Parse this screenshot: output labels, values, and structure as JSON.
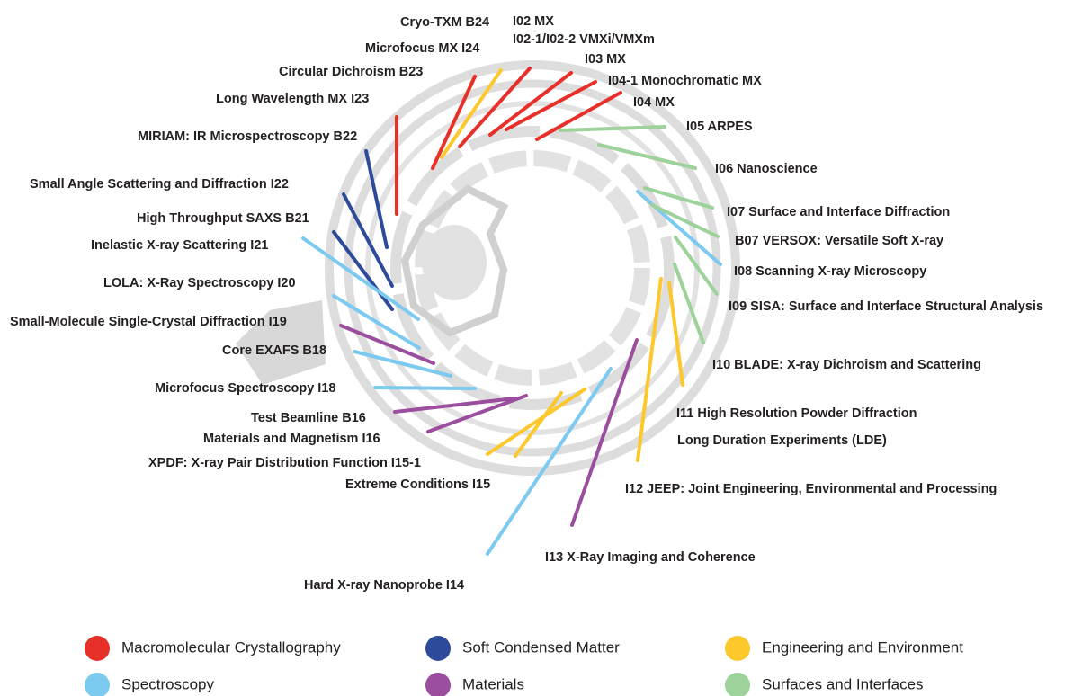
{
  "categories": {
    "mx": {
      "label": "Macromolecular Crystallography",
      "color": "#e8302a"
    },
    "scm": {
      "label": "Soft Condensed Matter",
      "color": "#2e4a9a"
    },
    "eng": {
      "label": "Engineering and Environment",
      "color": "#fcc82b"
    },
    "spec": {
      "label": "Spectroscopy",
      "color": "#7ccaf0"
    },
    "mat": {
      "label": "Materials",
      "color": "#9b4d9e"
    },
    "surf": {
      "label": "Surfaces and Interfaces",
      "color": "#9dd29b"
    }
  },
  "legend": [
    "mx",
    "scm",
    "eng",
    "spec",
    "mat",
    "surf"
  ],
  "beamlines": [
    {
      "name": "Cryo-TXM B24",
      "cat": "mx"
    },
    {
      "name": "Microfocus MX I24",
      "cat": "eng"
    },
    {
      "name": "Circular Dichroism B23",
      "cat": "mx"
    },
    {
      "name": "Long Wavelength MX I23",
      "cat": "mx"
    },
    {
      "name": "MIRIAM: IR Microspectroscopy B22",
      "cat": "scm"
    },
    {
      "name": "Small Angle Scattering and  Diffraction I22",
      "cat": "scm"
    },
    {
      "name": "High Throughput SAXS B21",
      "cat": "scm"
    },
    {
      "name": "Inelastic X-ray Scattering I21",
      "cat": "spec"
    },
    {
      "name": "LOLA: X-Ray Spectroscopy I20",
      "cat": "spec"
    },
    {
      "name": "Small-Molecule Single-Crystal Diffraction I19",
      "cat": "mat"
    },
    {
      "name": "Core EXAFS B18",
      "cat": "spec"
    },
    {
      "name": "Microfocus Spectroscopy I18",
      "cat": "spec"
    },
    {
      "name": "Test Beamline B16",
      "cat": "mat"
    },
    {
      "name": "Materials and Magnetism I16",
      "cat": "mat"
    },
    {
      "name": "XPDF: X-ray Pair Distribution Function I15-1",
      "cat": "eng"
    },
    {
      "name": "Extreme Conditions I15",
      "cat": "eng"
    },
    {
      "name": "Hard X-ray Nanoprobe I14",
      "cat": "spec"
    },
    {
      "name": "I13 X-Ray Imaging and Coherence",
      "cat": "mat"
    },
    {
      "name": "I12 JEEP: Joint Engineering, Environmental and Processing",
      "cat": "eng"
    },
    {
      "name": "I11 High Resolution Powder Diffraction",
      "cat": "eng"
    },
    {
      "name": "Long Duration Experiments (LDE)",
      "cat": "eng"
    },
    {
      "name": "I10 BLADE: X-ray Dichroism and Scattering",
      "cat": "surf"
    },
    {
      "name": "I09 SISA: Surface and Interface Structural Analysis",
      "cat": "surf"
    },
    {
      "name": "I08 Scanning X-ray Microscopy",
      "cat": "spec"
    },
    {
      "name": "B07 VERSOX: Versatile Soft X-ray",
      "cat": "surf"
    },
    {
      "name": "I07 Surface and Interface Diffraction",
      "cat": "surf"
    },
    {
      "name": "I06 Nanoscience",
      "cat": "surf"
    },
    {
      "name": "I05 ARPES",
      "cat": "surf"
    },
    {
      "name": "I04 MX",
      "cat": "mx"
    },
    {
      "name": "I04-1 Monochromatic MX",
      "cat": "mx"
    },
    {
      "name": "I03 MX",
      "cat": "mx"
    },
    {
      "name": "I02-1/I02-2 VMXi/VMXm",
      "cat": "mx"
    },
    {
      "name": "I02 MX",
      "cat": "mx"
    }
  ]
}
